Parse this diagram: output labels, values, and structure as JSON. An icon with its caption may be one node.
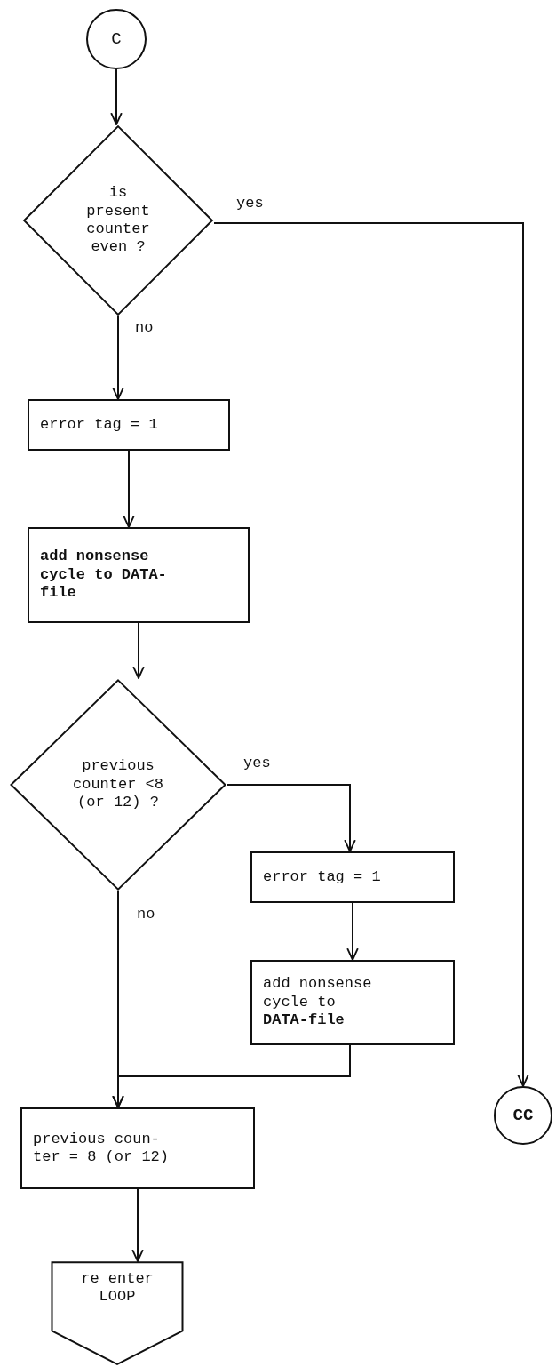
{
  "diagram": {
    "nodes": [
      {
        "text": [
          "C"
        ]
      },
      {
        "text": [
          "is present counter even ?"
        ]
      },
      {
        "text": [
          "error tag = 1"
        ]
      },
      {
        "text": [
          "add nonsense cycle to DATA-file"
        ]
      },
      {
        "text": [
          "previous counter <8 (or 12) ?"
        ]
      },
      {
        "text": [
          "error tag = 1"
        ]
      },
      {
        "text": [
          "add nonsense cycle to **DATA-file**"
        ]
      },
      {
        "text": [
          "previous coun- ter = 8 (or 12)"
        ]
      },
      {
        "text": [
          "re enter LOOP"
        ]
      },
      {
        "text": [
          "CC"
        ]
      }
    ],
    "edges": [
      {
        "from": 0,
        "to": 1,
        "arrow": "to"
      },
      {
        "from": 1,
        "to": 9,
        "arrow": "to",
        "label": "yes"
      },
      {
        "from": 1,
        "to": 2,
        "arrow": "to",
        "label": "no"
      },
      {
        "from": 2,
        "to": 3,
        "arrow": "to"
      },
      {
        "from": 3,
        "to": 4,
        "arrow": "to"
      },
      {
        "from": 4,
        "to": 5,
        "arrow": "to",
        "label": "yes"
      },
      {
        "from": 4,
        "to": 7,
        "arrow": "to",
        "label": "no"
      },
      {
        "from": 5,
        "to": 6,
        "arrow": "to"
      },
      {
        "from": 6,
        "to": 7,
        "arrow": "to"
      },
      {
        "from": 7,
        "to": 8,
        "arrow": "to"
      }
    ]
  }
}
